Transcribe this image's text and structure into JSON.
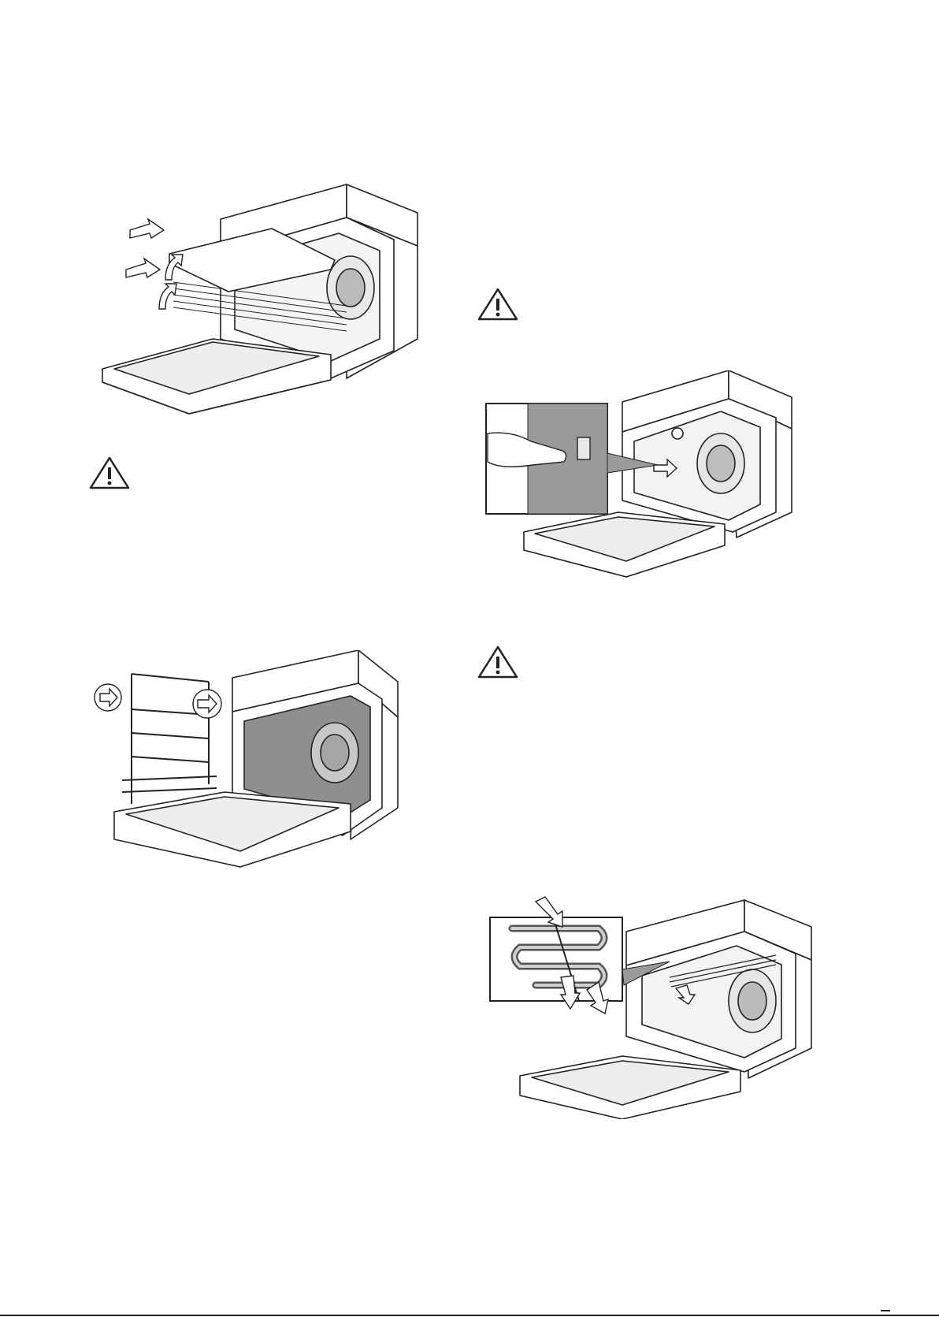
{
  "page": {
    "figures": [
      {
        "id": "fig-remove-tray-and-grid",
        "icon": "oven-tray-removal-illustration"
      },
      {
        "id": "fig-remove-side-rack",
        "icon": "oven-side-rack-removal-illustration"
      },
      {
        "id": "fig-remove-lamp-cover",
        "icon": "oven-lamp-cover-illustration"
      },
      {
        "id": "fig-lower-heating-element",
        "icon": "oven-heating-element-illustration"
      }
    ],
    "warnings": [
      {
        "id": "warning-1",
        "icon": "warning-triangle-icon"
      },
      {
        "id": "warning-2",
        "icon": "warning-triangle-icon"
      },
      {
        "id": "warning-3",
        "icon": "warning-triangle-icon"
      }
    ],
    "colors": {
      "line": "#222222",
      "shade": "#9a9a9a",
      "light": "#d6d6d6"
    }
  }
}
